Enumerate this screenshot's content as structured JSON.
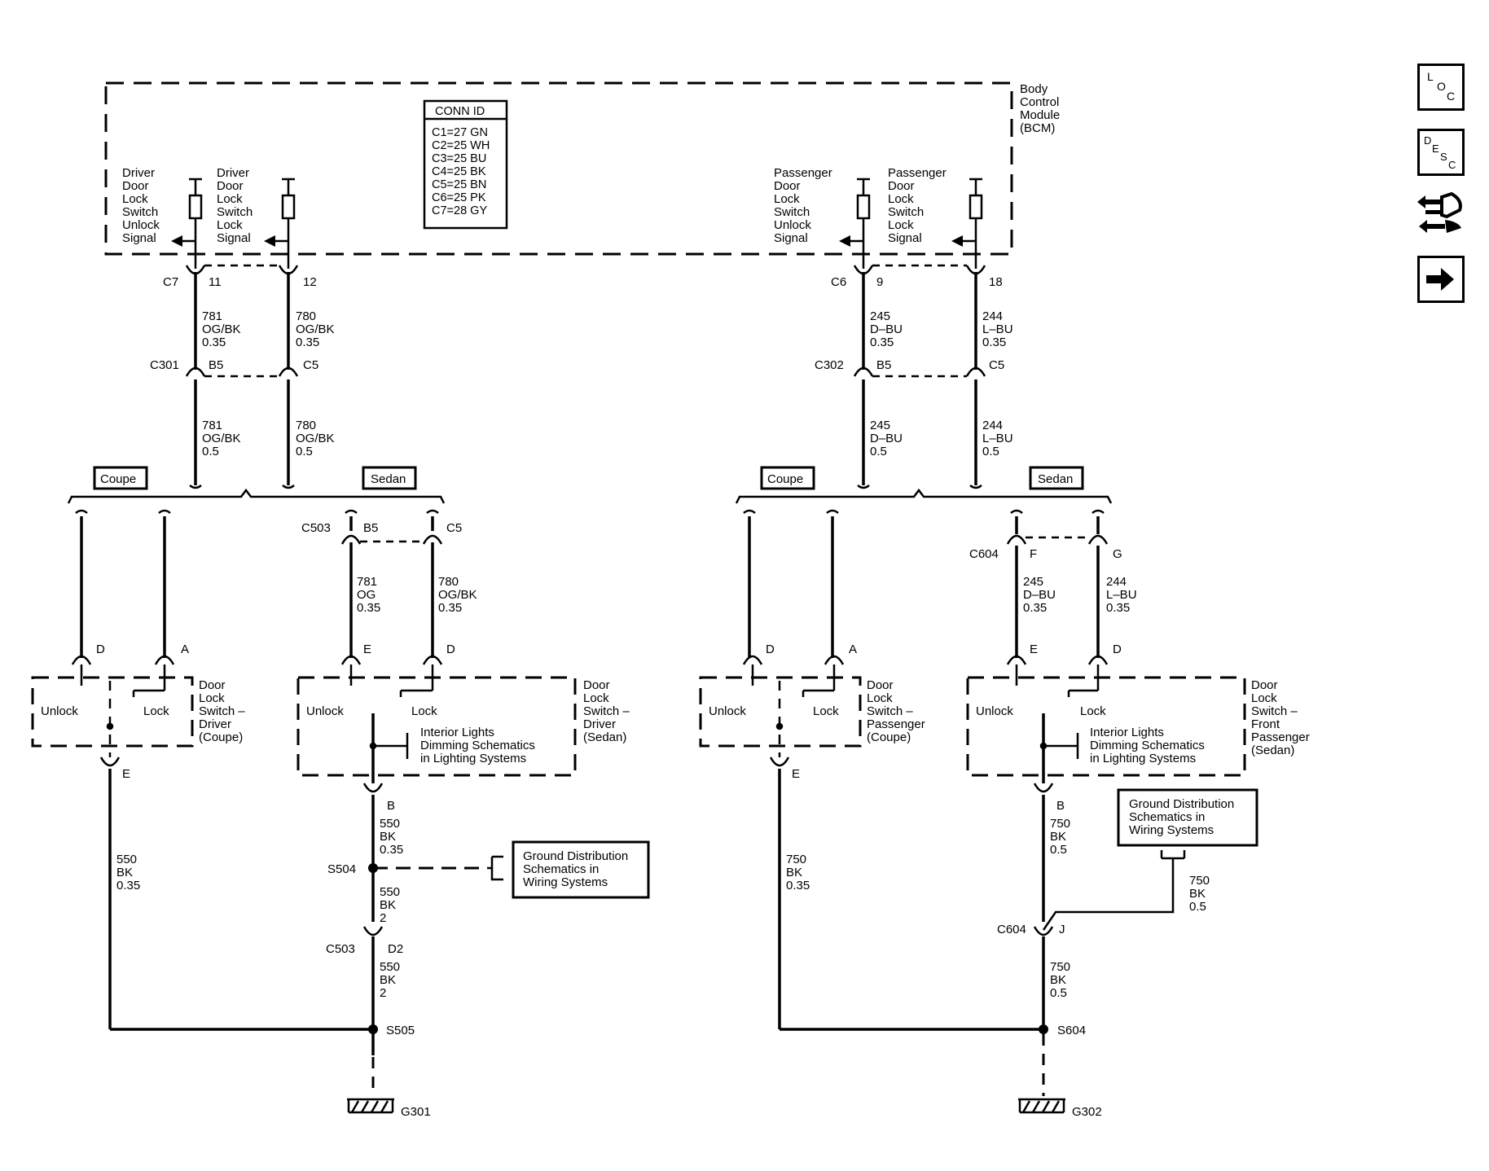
{
  "module": {
    "name_lines": [
      "Body",
      "Control",
      "Module",
      "(BCM)"
    ],
    "conn_header": "CONN ID",
    "conn_list": [
      "C1=27 GN",
      "C2=25 WH",
      "C3=25 BU",
      "C4=25 BK",
      "C5=25 BN",
      "C6=25 PK",
      "C7=28 GY"
    ],
    "signals": {
      "drv_unlock": [
        "Driver",
        "Door",
        "Lock",
        "Switch",
        "Unlock",
        "Signal"
      ],
      "drv_lock": [
        "Driver",
        "Door",
        "Lock",
        "Switch",
        "Lock",
        "Signal"
      ],
      "pass_unlock": [
        "Passenger",
        "Door",
        "Lock",
        "Switch",
        "Unlock",
        "Signal"
      ],
      "pass_lock": [
        "Passenger",
        "Door",
        "Lock",
        "Switch",
        "Lock",
        "Signal"
      ]
    }
  },
  "connectors": {
    "c7": "C7",
    "c7_pin11": "11",
    "c7_pin12": "12",
    "c6": "C6",
    "c6_pin9": "9",
    "c6_pin18": "18",
    "c301": "C301",
    "c301_b5": "B5",
    "c301_c5": "C5",
    "c302": "C302",
    "c302_b5": "B5",
    "c302_c5": "C5",
    "c503": "C503",
    "c503_b5": "B5",
    "c503_c5": "C5",
    "c604": "C604",
    "c604_f": "F",
    "c604_g": "G",
    "c503_d2": "D2",
    "c604_j": "J"
  },
  "wires": {
    "w781_035": [
      "781",
      "OG/BK",
      "0.35"
    ],
    "w780_035": [
      "780",
      "OG/BK",
      "0.35"
    ],
    "w781_05": [
      "781",
      "OG/BK",
      "0.5"
    ],
    "w780_05": [
      "780",
      "OG/BK",
      "0.5"
    ],
    "w245_035": [
      "245",
      "D–BU",
      "0.35"
    ],
    "w244_035": [
      "244",
      "L–BU",
      "0.35"
    ],
    "w245_05": [
      "245",
      "D–BU",
      "0.5"
    ],
    "w244_05": [
      "244",
      "L–BU",
      "0.5"
    ],
    "w781_og": [
      "781",
      "OG",
      "0.35"
    ],
    "w780_ogbk": [
      "780",
      "OG/BK",
      "0.35"
    ],
    "w245_c604": [
      "245",
      "D–BU",
      "0.35"
    ],
    "w244_c604": [
      "244",
      "L–BU",
      "0.35"
    ],
    "w550_left": [
      "550",
      "BK",
      "0.35"
    ],
    "w550_b": [
      "550",
      "BK",
      "0.35"
    ],
    "w550_2a": [
      "550",
      "BK",
      "2"
    ],
    "w550_2b": [
      "550",
      "BK",
      "2"
    ],
    "w750_left": [
      "750",
      "BK",
      "0.35"
    ],
    "w750_b": [
      "750",
      "BK",
      "0.5"
    ],
    "w750_gnd": [
      "750",
      "BK",
      "0.5"
    ],
    "w750_j": [
      "750",
      "BK",
      "0.5"
    ]
  },
  "options": {
    "coupe": "Coupe",
    "sedan": "Sedan"
  },
  "switches": {
    "unlock": "Unlock",
    "lock": "Lock",
    "drv_coupe": [
      "Door",
      "Lock",
      "Switch –",
      "Driver",
      "(Coupe)"
    ],
    "drv_sedan": [
      "Door",
      "Lock",
      "Switch –",
      "Driver",
      "(Sedan)"
    ],
    "pass_coupe": [
      "Door",
      "Lock",
      "Switch –",
      "Passenger",
      "(Coupe)"
    ],
    "pass_sedan": [
      "Door",
      "Lock",
      "Switch –",
      "Front",
      "Passenger",
      "(Sedan)"
    ],
    "pin_d": "D",
    "pin_a": "A",
    "pin_e": "E",
    "pin_b": "B"
  },
  "references": {
    "interior": [
      "Interior Lights",
      "Dimming Schematics",
      "in Lighting Systems"
    ],
    "ground_dist": [
      "Ground Distribution",
      "Schematics in",
      "Wiring Systems"
    ]
  },
  "splices": {
    "s504": "S504",
    "s505": "S505",
    "s604": "S604"
  },
  "grounds": {
    "g301": "G301",
    "g302": "G302"
  },
  "nav": {
    "loc": [
      "L",
      "O",
      "C"
    ],
    "desc": [
      "D",
      "E",
      "S",
      "C"
    ]
  }
}
